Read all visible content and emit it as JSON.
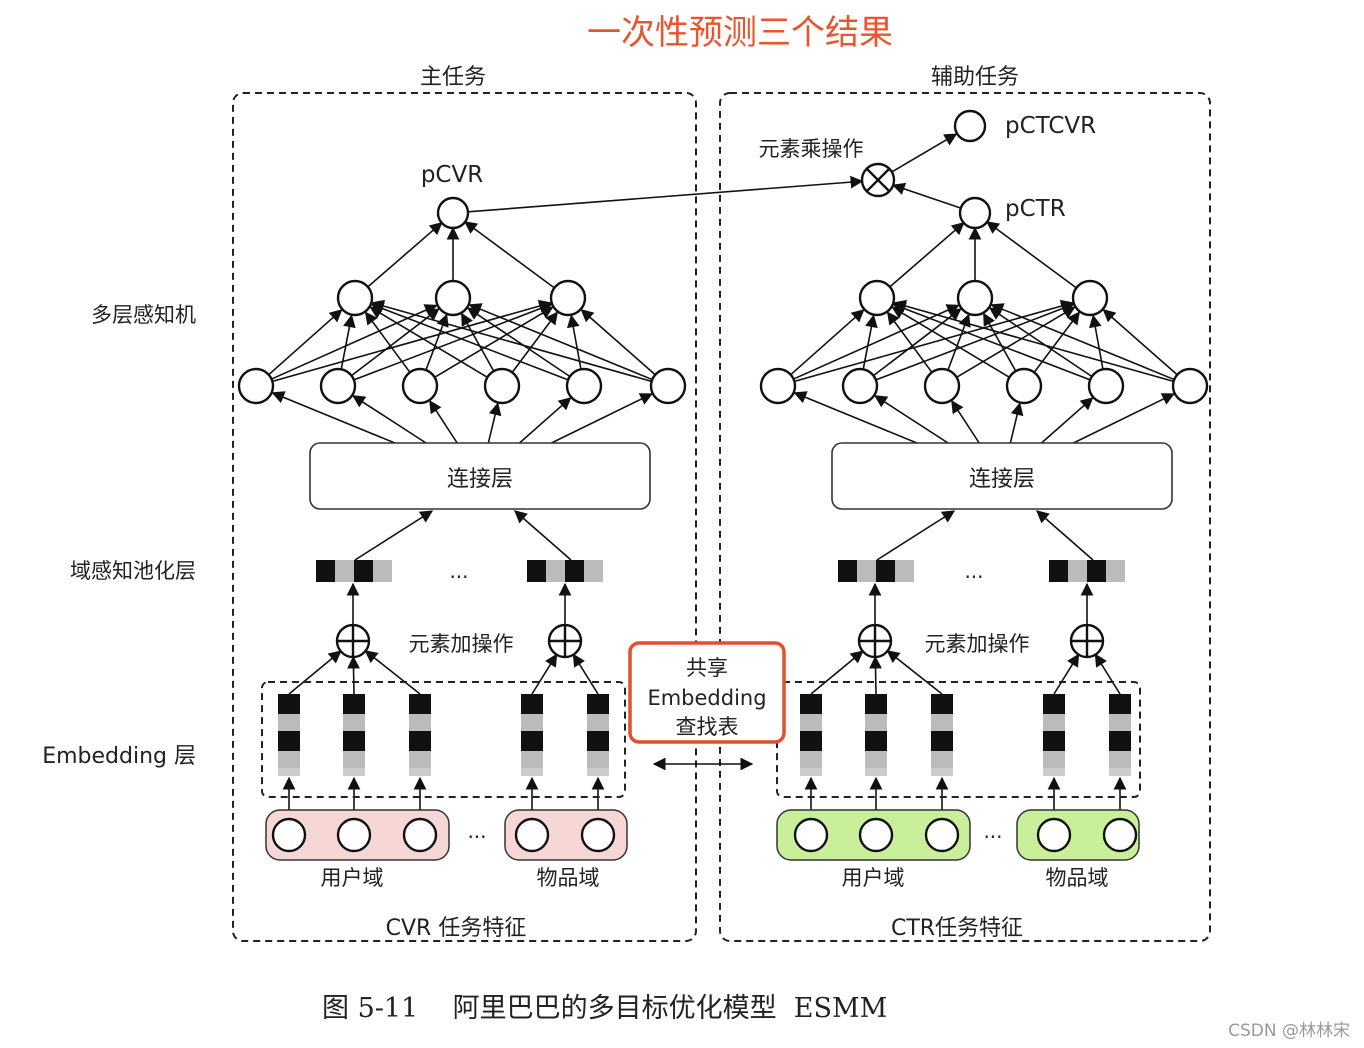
{
  "title": "一次性预测三个结果",
  "caption": "图 5-11    阿里巴巴的多目标优化模型  ESMM",
  "watermark": "CSDN @林林宋",
  "left_labels": {
    "mlp": "多层感知机",
    "pooling": "域感知池化层",
    "embedding": "Embedding 层"
  },
  "main_task": {
    "title": "主任务",
    "output": "pCVR",
    "concat": "连接层",
    "sum_op": "元素加操作",
    "ellipsis": "...",
    "user_field": "用户域",
    "item_field": "物品域",
    "features": "CVR 任务特征"
  },
  "aux_task": {
    "title": "辅助任务",
    "output_ctr": "pCTR",
    "output_ctcvr": "pCTCVR",
    "mul_op": "元素乘操作",
    "concat": "连接层",
    "sum_op": "元素加操作",
    "ellipsis": "...",
    "user_field": "用户域",
    "item_field": "物品域",
    "features": "CTR任务特征"
  },
  "shared": {
    "line1": "共享",
    "line2": "Embedding",
    "line3": "查找表"
  },
  "colors": {
    "title": "#e8552f",
    "highlight_box": "#e0502a",
    "pcvr_node": "#e0245a",
    "green_node": "#4aa63a",
    "pink_fill": "#f7d6d6",
    "green_fill": "#c9ef9a",
    "watermark": "#9a9a9a"
  }
}
